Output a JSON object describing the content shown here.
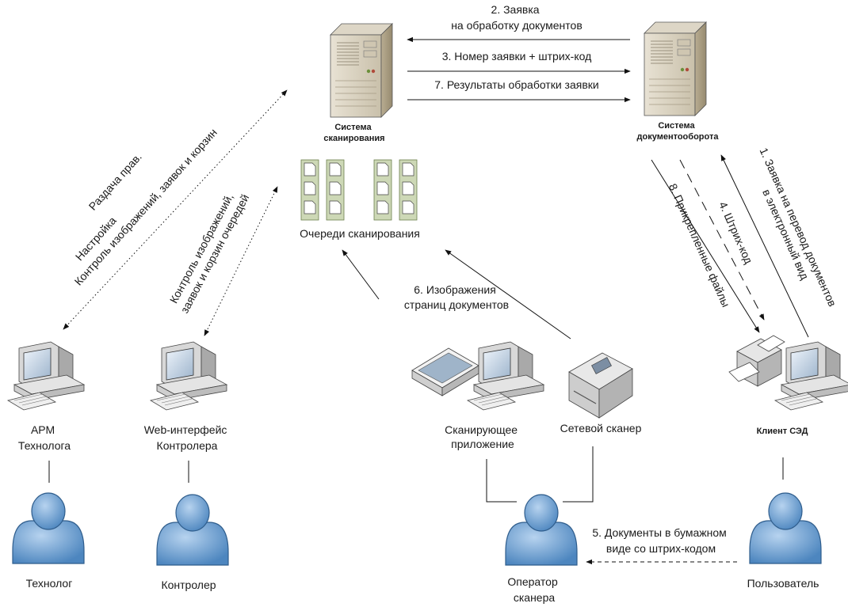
{
  "nodes": {
    "scan_system": [
      "Система",
      "сканирования"
    ],
    "doc_system": [
      "Система",
      "документооборота"
    ],
    "queues": "Очереди сканирования",
    "arm": [
      "АРМ",
      "Технолога"
    ],
    "web": [
      "Web-интерфейс",
      "Контролера"
    ],
    "scan_app": [
      "Сканирующее",
      "приложение"
    ],
    "net_scanner": "Сетевой сканер",
    "client": "Клиент СЭД"
  },
  "actors": {
    "technologist": "Технолог",
    "controller": "Контролер",
    "operator": [
      "Оператор",
      "сканера"
    ],
    "user": "Пользователь"
  },
  "flows": {
    "request": [
      "2. Заявка",
      "на обработку документов"
    ],
    "number": "3. Номер заявки + штрих-код",
    "results": "7. Результаты обработки заявки",
    "tech_link": [
      "Раздача прав.",
      "Настройка",
      "Контроль изображений, заявок и корзин"
    ],
    "ctrl_link": [
      "Контроль изображений,",
      "заявок и корзин очередей"
    ],
    "images": [
      "6. Изображения",
      "страниц документов"
    ],
    "attached": "8. Прикрепленные файлы",
    "barcode": "4. Штрих-код",
    "conversion": [
      "1. Заявка на перевод документов",
      "в электронный вид"
    ],
    "paper": [
      "5. Документы в бумажном",
      "виде со штрих-кодом"
    ]
  }
}
